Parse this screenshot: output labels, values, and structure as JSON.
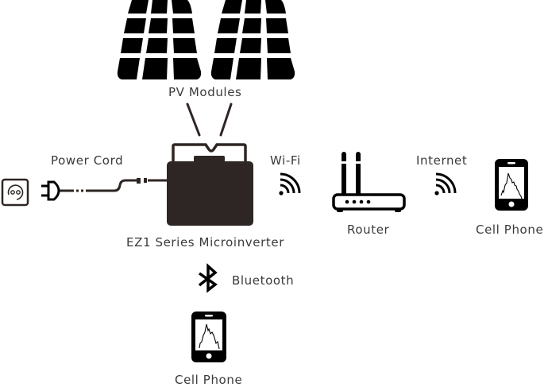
{
  "diagram": {
    "colors": {
      "icon": "#000000",
      "inverter": "#2e2624",
      "text": "#3a3a3a",
      "background": "#ffffff"
    },
    "nodes": {
      "pv_modules": {
        "label": "PV Modules",
        "icon": "solar-panel-icon",
        "count": 2
      },
      "inverter": {
        "label": "EZ1 Series Microinverter",
        "icon": "microinverter-icon"
      },
      "power_cord": {
        "label": "Power Cord",
        "icon": "plug-icon"
      },
      "socket": {
        "label": "",
        "icon": "wall-socket-icon"
      },
      "router": {
        "label": "Router",
        "icon": "router-icon"
      },
      "cell_phone_remote": {
        "label": "Cell Phone",
        "icon": "smartphone-icon"
      },
      "cell_phone_local": {
        "label": "Cell Phone",
        "icon": "smartphone-icon"
      }
    },
    "links": {
      "wifi": {
        "label": "Wi-Fi",
        "icon": "wifi-icon",
        "from": "inverter",
        "to": "router"
      },
      "internet": {
        "label": "Internet",
        "icon": "wifi-icon",
        "from": "router",
        "to": "cell_phone_remote"
      },
      "bluetooth": {
        "label": "Bluetooth",
        "icon": "bluetooth-icon",
        "from": "inverter",
        "to": "cell_phone_local"
      },
      "power": {
        "from": "socket",
        "to": "inverter"
      },
      "pv": {
        "from": "pv_modules",
        "to": "inverter"
      }
    }
  }
}
